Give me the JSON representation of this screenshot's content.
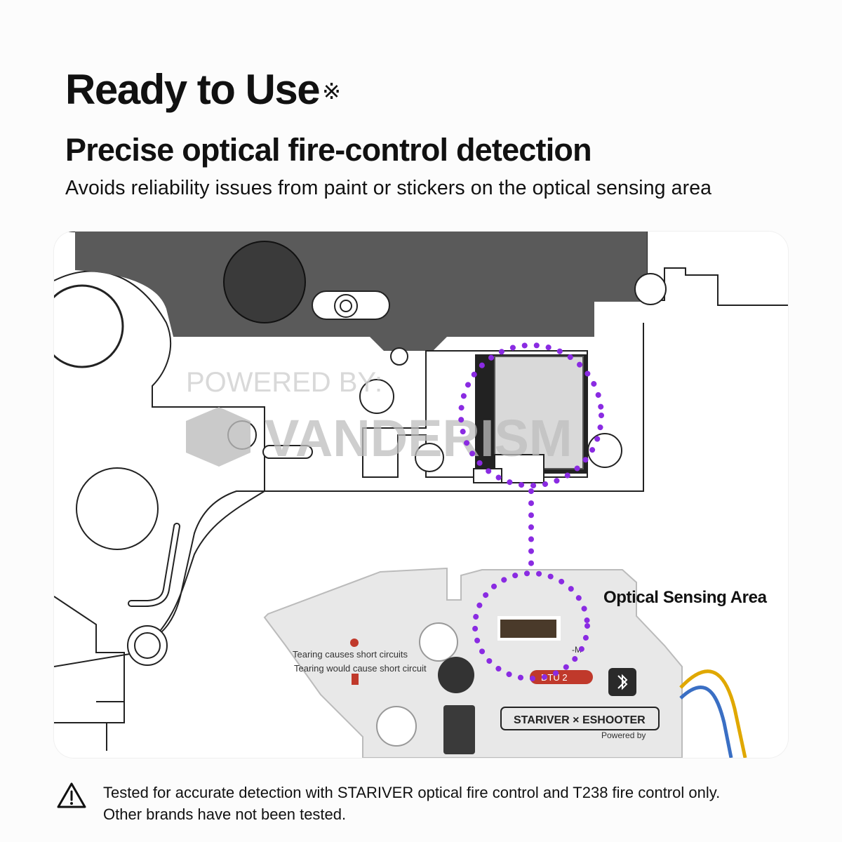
{
  "header": {
    "title": "Ready to Use",
    "title_mark": "※",
    "subtitle": "Precise optical fire-control detection",
    "description": "Avoids reliability issues from paint or stickers on the optical sensing area"
  },
  "illustration": {
    "callout_label": "Optical Sensing Area",
    "watermark_line1": "POWERED BY:",
    "watermark_line2": "VANDERISM",
    "board_warning_1": "Tearing causes short circuits",
    "board_warning_2": "Tearing would cause short circuit",
    "board_code": "DTU 2",
    "board_mark": "-M",
    "board_brand": "STARIVER × ESHOOTER",
    "board_powered": "Powered by",
    "accent_color": "#8a2be2"
  },
  "footer": {
    "icon": "warning-triangle-icon",
    "line1": "Tested for accurate detection with STARIVER optical fire control and T238 fire control only.",
    "line2": "Other brands have not been tested."
  }
}
